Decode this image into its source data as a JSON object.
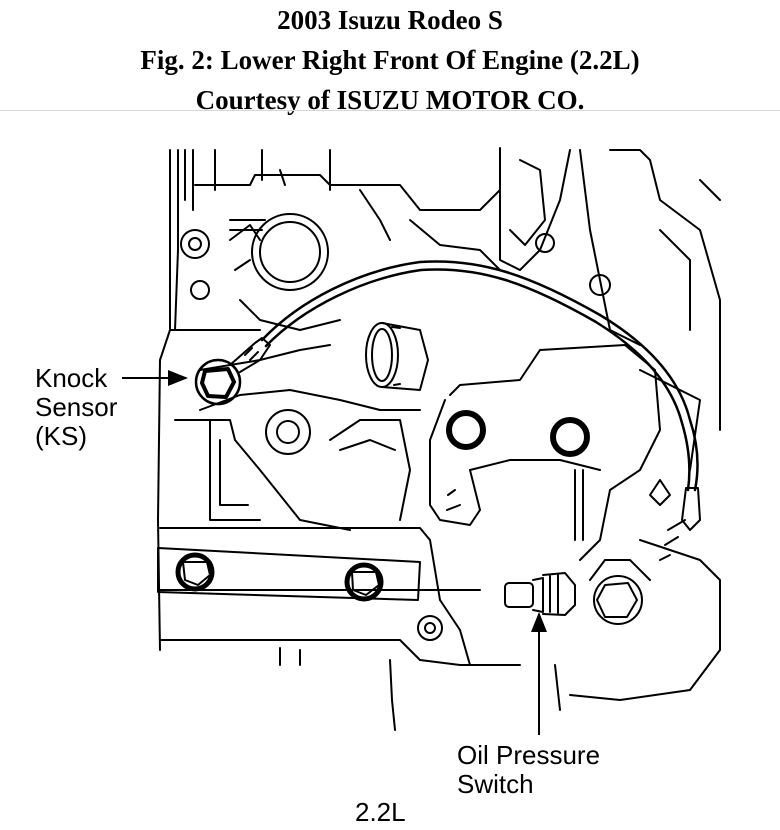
{
  "header": {
    "title": "2003 Isuzu Rodeo S",
    "figure_caption": "Fig. 2: Lower Right Front Of Engine (2.2L)",
    "courtesy": "Courtesy of ISUZU MOTOR CO."
  },
  "diagram": {
    "labels": {
      "knock_sensor_line1": "Knock",
      "knock_sensor_line2": "Sensor",
      "knock_sensor_line3": "(KS)",
      "oil_pressure_line1": "Oil Pressure",
      "oil_pressure_line2": "Switch",
      "engine_size": "2.2L"
    }
  }
}
